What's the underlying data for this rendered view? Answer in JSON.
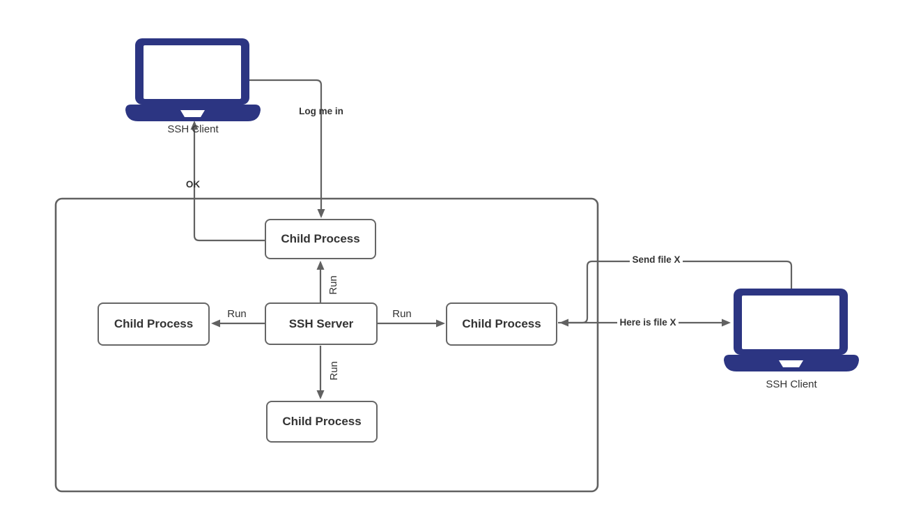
{
  "diagram": {
    "title": "SSH server and child processes diagram",
    "nodes": {
      "client_left": {
        "label": "SSH Client"
      },
      "client_right": {
        "label": "SSH Client"
      },
      "server": {
        "label": "SSH Server"
      },
      "child_top": {
        "label": "Child Process"
      },
      "child_left": {
        "label": "Child Process"
      },
      "child_right": {
        "label": "Child Process"
      },
      "child_bottom": {
        "label": "Child Process"
      }
    },
    "edges": {
      "log_me_in": {
        "label": "Log me in"
      },
      "ok": {
        "label": "OK"
      },
      "run_top": {
        "label": "Run"
      },
      "run_left": {
        "label": "Run"
      },
      "run_right": {
        "label": "Run"
      },
      "run_bottom": {
        "label": "Run"
      },
      "send_file": {
        "label": "Send file X"
      },
      "here_is_file": {
        "label": "Here is file X"
      }
    },
    "colors": {
      "laptop": "#2c3582",
      "line": "#616161",
      "box_border": "#666666",
      "text": "#333333",
      "canvas_bg": "#ffffff"
    }
  }
}
